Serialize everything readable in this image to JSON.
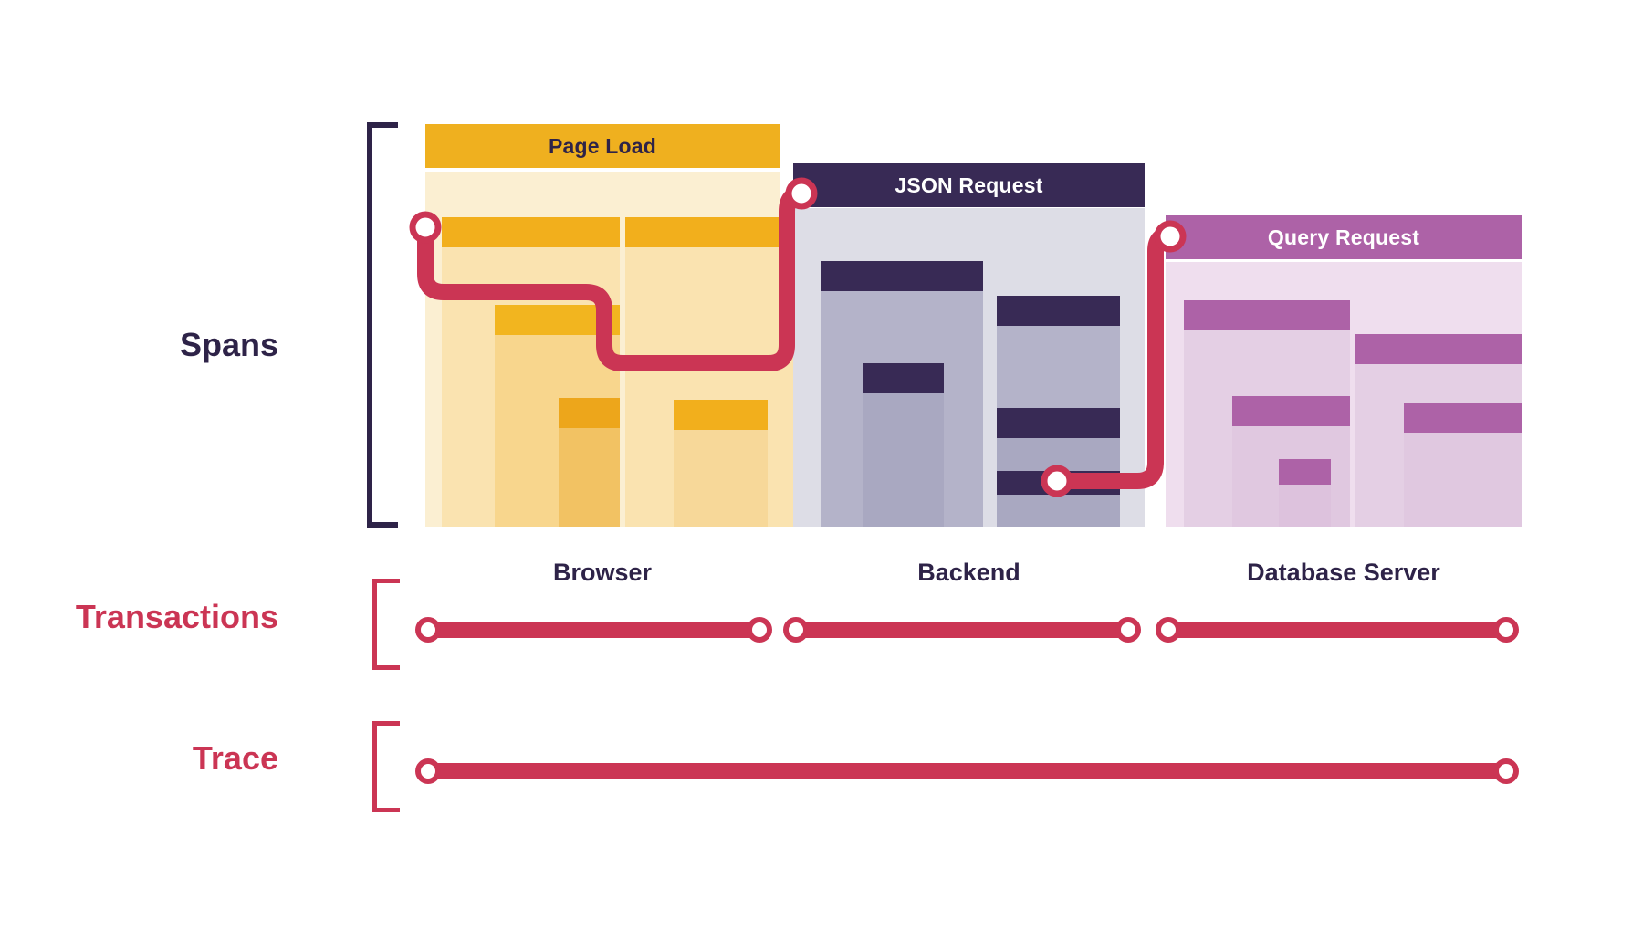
{
  "diagram": {
    "title": "Distributed trace: spans, transactions and trace",
    "background": "#FFFFFF"
  },
  "colors": {
    "accent_red": "#CB3554",
    "dark_purple": "#2E2348",
    "browser_header": "#EFB01F",
    "browser_bg": "#FBEFD2",
    "backend_header": "#382A55",
    "backend_bg": "#DDDDE6",
    "database_header": "#AD62A7",
    "database_bg": "#EFDEEE"
  },
  "rows": [
    {
      "id": "spans",
      "label": "Spans",
      "label_color": "#2E2348",
      "bracket_color": "#2E2348"
    },
    {
      "id": "transactions",
      "label": "Transactions",
      "label_color": "#CB3554",
      "bracket_color": "#CB3554"
    },
    {
      "id": "trace",
      "label": "Trace",
      "label_color": "#CB3554",
      "bracket_color": "#CB3554"
    }
  ],
  "services": [
    {
      "id": "browser",
      "caption": "Browser",
      "header_label": "Page Load",
      "header_bg": "#EFB01F",
      "header_text_color": "#2E2348",
      "panel_bg": "#FBEFD2",
      "spans": [
        {
          "name": "page-load-root",
          "cap": "#F2AF1C",
          "fill": "#FAE3B0"
        },
        {
          "name": "resource-fetch",
          "cap": "#F2AF1C",
          "fill": "#FAE3B0"
        },
        {
          "name": "script-eval",
          "cap": "#F2B51F",
          "fill": "#F8D68D"
        },
        {
          "name": "paint",
          "cap": "#EDA61B",
          "fill": "#F2C263"
        },
        {
          "name": "xhr-request",
          "cap": "#F2AF1C",
          "fill": "#FAE3B0"
        },
        {
          "name": "dom-content-loaded",
          "cap": "#F2AF1C",
          "fill": "#F7D899"
        }
      ]
    },
    {
      "id": "backend",
      "caption": "Backend",
      "header_label": "JSON Request",
      "header_bg": "#382A55",
      "header_text_color": "#FFFFFF",
      "panel_bg": "#DDDDE6",
      "spans": [
        {
          "name": "http-handler",
          "cap": "#382A55",
          "fill": "#B4B3C9"
        },
        {
          "name": "serializer",
          "cap": "#382A55",
          "fill": "#A9A8C1"
        },
        {
          "name": "db-client",
          "cap": "#382A55",
          "fill": "#B4B3C9"
        },
        {
          "name": "cache-lookup",
          "cap": "#382A55",
          "fill": "#A9A8C1"
        },
        {
          "name": "query-dispatch",
          "cap": "#382A55",
          "fill": "#A9A8C1"
        }
      ]
    },
    {
      "id": "database",
      "caption": "Database Server",
      "header_label": "Query Request",
      "header_bg": "#AD62A7",
      "header_text_color": "#FFFFFF",
      "panel_bg": "#EFDEEE",
      "spans": [
        {
          "name": "query-parse",
          "cap": "#AD62A7",
          "fill": "#E4CFE4"
        },
        {
          "name": "query-plan",
          "cap": "#AD62A7",
          "fill": "#E4CFE4"
        },
        {
          "name": "index-scan",
          "cap": "#AD62A7",
          "fill": "#E0C8E0"
        },
        {
          "name": "row-fetch",
          "cap": "#AD62A7",
          "fill": "#E4CFE4"
        },
        {
          "name": "result-encode",
          "cap": "#AD62A7",
          "fill": "#E0C8E0"
        }
      ]
    }
  ],
  "transactions": {
    "segments": [
      {
        "name": "browser-transaction",
        "service": "Browser"
      },
      {
        "name": "backend-transaction",
        "service": "Backend"
      },
      {
        "name": "database-transaction",
        "service": "Database Server"
      }
    ],
    "endpoint_count": 6
  },
  "trace": {
    "segments": [
      {
        "name": "full-trace"
      }
    ],
    "endpoint_count": 2
  },
  "connectors": [
    {
      "name": "browser-to-backend",
      "from": "browser-span-start",
      "to": "json-request-start"
    },
    {
      "name": "backend-to-database",
      "from": "backend-span-end",
      "to": "query-request-start"
    }
  ]
}
